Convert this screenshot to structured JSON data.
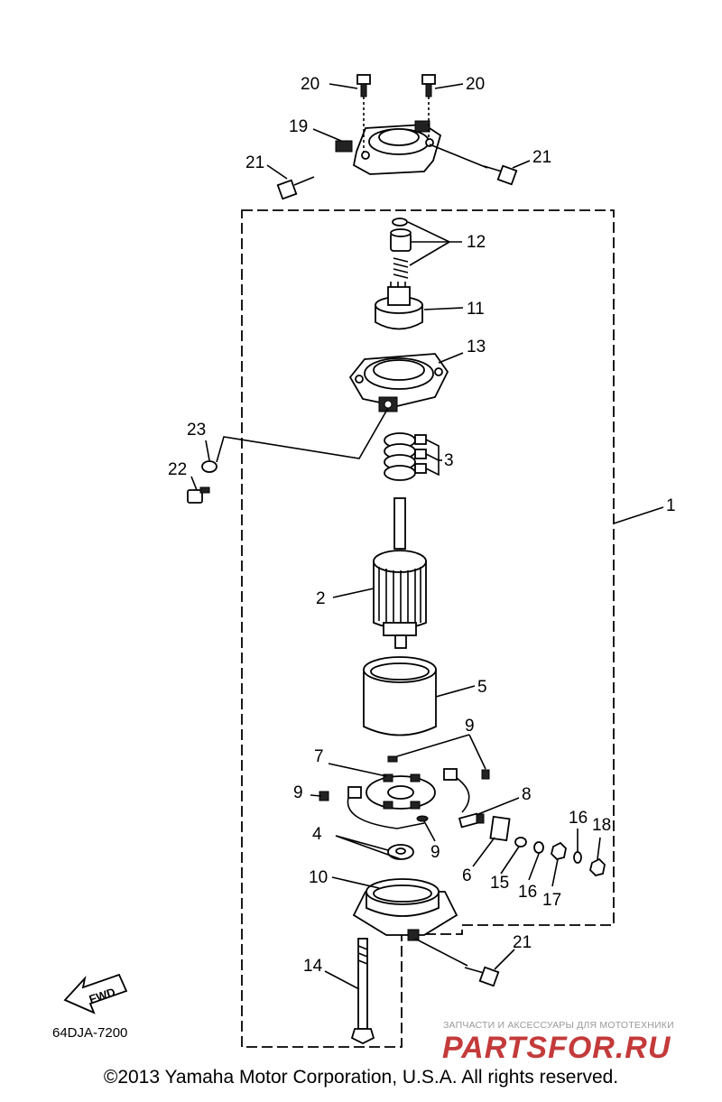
{
  "callouts": {
    "c20a": "20",
    "c20b": "20",
    "c19": "19",
    "c21a": "21",
    "c21b": "21",
    "c12": "12",
    "c11": "11",
    "c13": "13",
    "c23": "23",
    "c22": "22",
    "c3": "3",
    "c1": "1",
    "c2": "2",
    "c5": "5",
    "c9a": "9",
    "c7": "7",
    "c9b": "9",
    "c8": "8",
    "c16a": "16",
    "c18": "18",
    "c4": "4",
    "c9c": "9",
    "c6": "6",
    "c15": "15",
    "c16b": "16",
    "c17": "17",
    "c10": "10",
    "c21c": "21",
    "c14": "14"
  },
  "fwd_label": "FWD",
  "diagram_code": "64DJA-7200",
  "watermark": {
    "tagline": "ЗАПЧАСТИ И АКСЕССУАРЫ ДЛЯ МОТОТЕХНИКИ",
    "brand": "PARTSFOR.RU"
  },
  "copyright": "©2013 Yamaha Motor Corporation, U.S.A. All rights reserved."
}
